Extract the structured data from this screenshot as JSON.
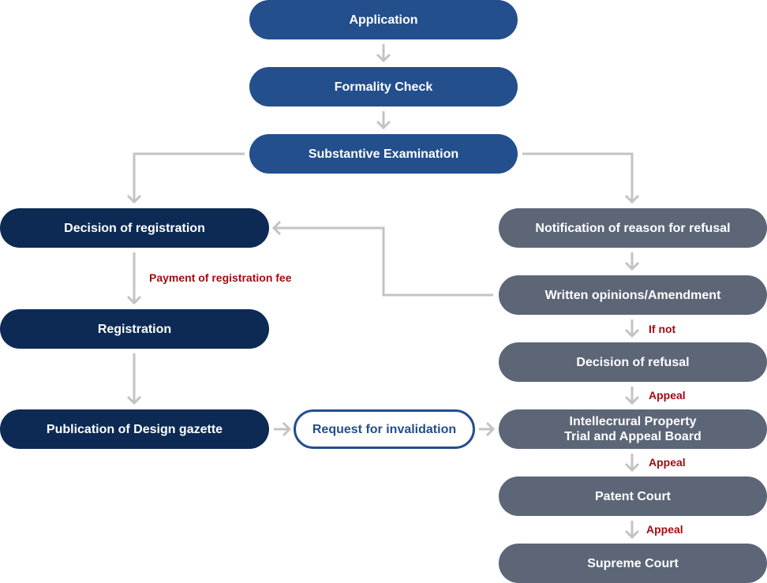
{
  "nodes": {
    "application": "Application",
    "formality_check": "Formality Check",
    "substantive_examination": "Substantive Examination",
    "decision_of_registration": "Decision of registration",
    "registration": "Registration",
    "publication": "Publication of Design gazette",
    "request_invalidation": "Request for invalidation",
    "notification_refusal": "Notification of reason for refusal",
    "written_opinions": "Written opinions/Amendment",
    "decision_of_refusal": "Decision of refusal",
    "ip_trial_board": "Intellecrural Property\nTrial and Appeal Board",
    "patent_court": "Patent Court",
    "supreme_court": "Supreme Court"
  },
  "labels": {
    "payment_fee": "Payment of registration fee",
    "if_not": "If not",
    "appeal_1": "Appeal",
    "appeal_2": "Appeal",
    "appeal_3": "Appeal"
  },
  "colors": {
    "main_blue": "#234f8c",
    "navy": "#0c2a54",
    "gray": "#5c6677",
    "arrow": "#c3c3c3",
    "label_red": "#a00d12"
  }
}
